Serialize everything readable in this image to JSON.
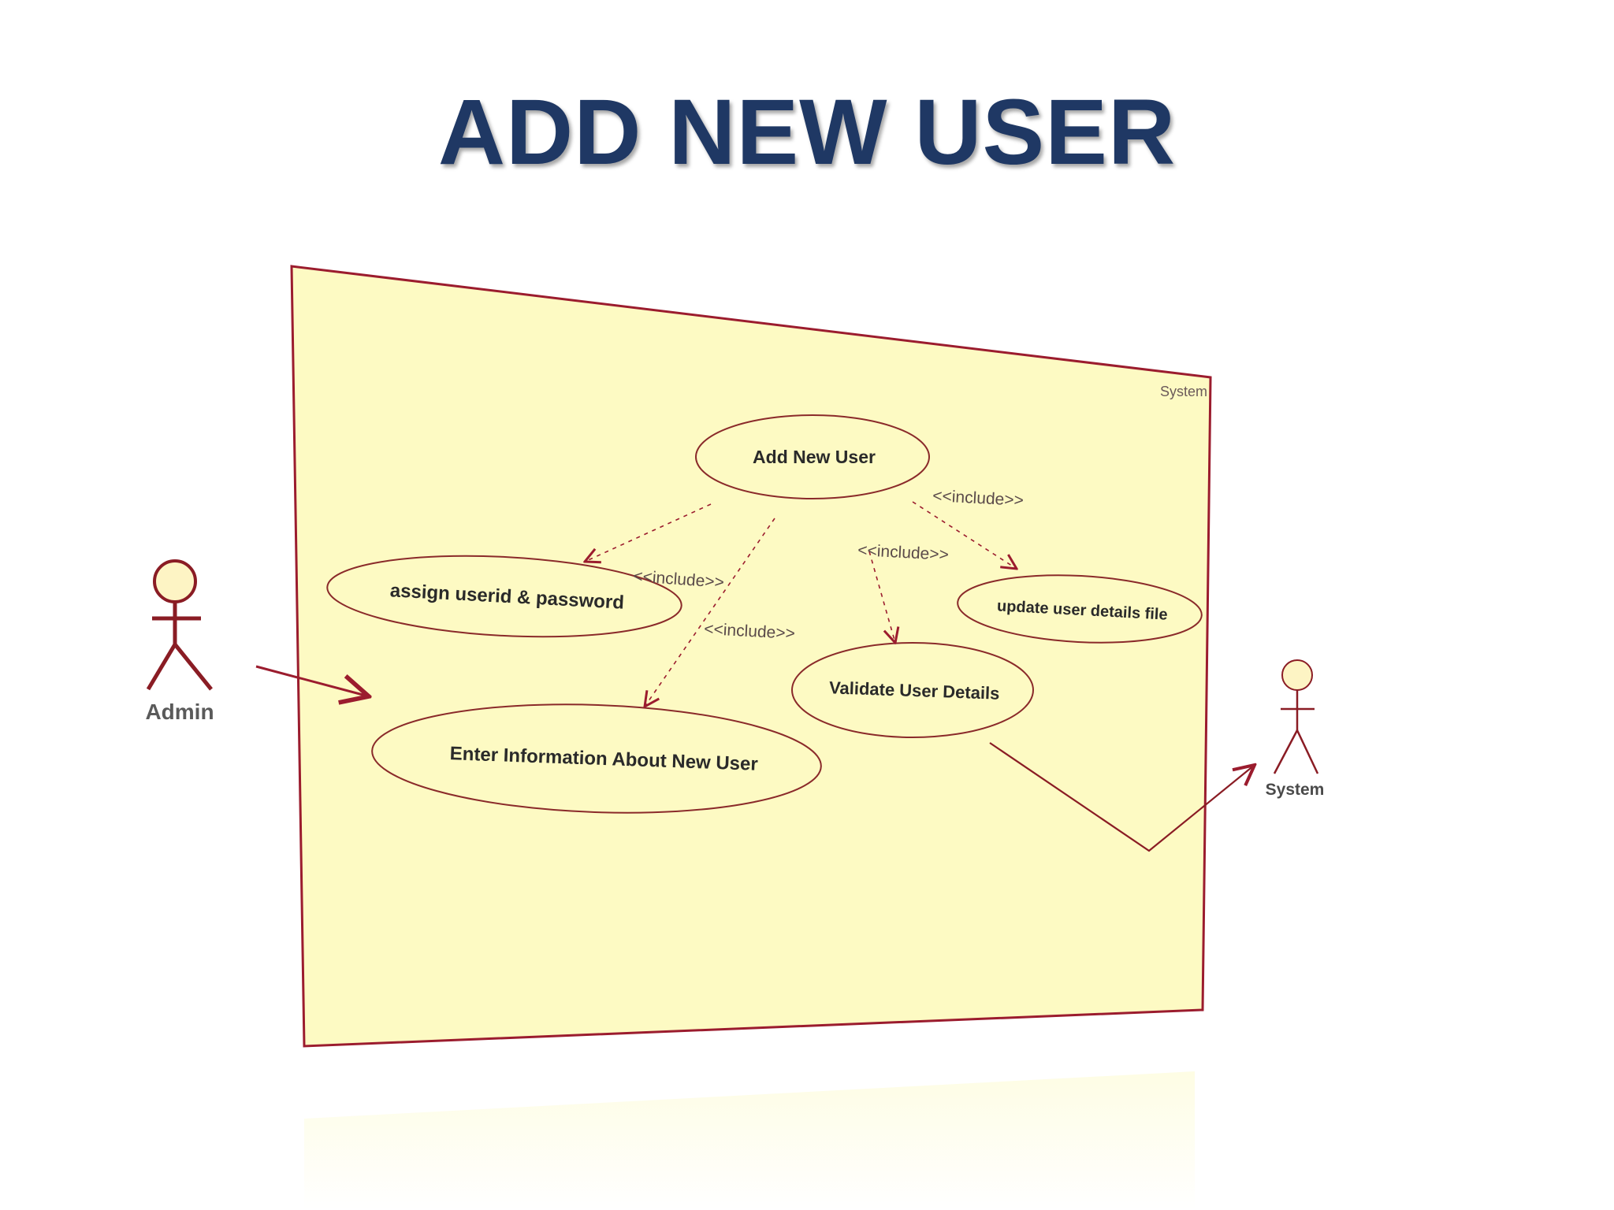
{
  "slide": {
    "title": "ADD NEW USER"
  },
  "diagram": {
    "boundary_label": "System",
    "actors": {
      "admin": "Admin",
      "system": "System"
    },
    "use_cases": {
      "add_new_user": "Add New User",
      "assign_userid": "assign userid & password",
      "update_details": "update user details file",
      "validate_details": "Validate User Details",
      "enter_information": "Enter Information About New User"
    },
    "relationship_labels": {
      "include_assign": "<<include>>",
      "include_enter": "<<include>>",
      "include_validate": "<<include>>",
      "include_update": "<<include>>"
    }
  },
  "colors": {
    "title": "#1f3864",
    "boundary_fill": "#fdfac3",
    "boundary_stroke": "#9b1c2e",
    "use_case_stroke": "#8a2a2a",
    "actor_head_fill": "#fdf4c4",
    "actor_stroke": "#8a1c24"
  }
}
